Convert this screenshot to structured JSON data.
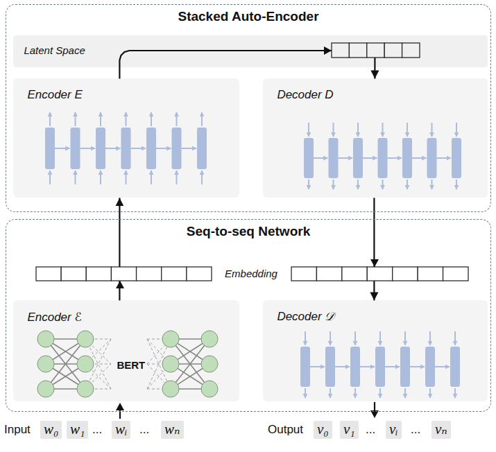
{
  "diagram": {
    "nodes": [
      {
        "text": [
          "Stacked Auto-Encoder"
        ]
      },
      {
        "text": [
          "Latent Space"
        ],
        "in": 0
      },
      {
        "text": [
          "Encoder E"
        ],
        "in": 0
      },
      {
        "text": [
          "Decoder D"
        ],
        "in": 0
      },
      {
        "text": [
          "Seq-to-seq Network"
        ]
      },
      {
        "text": [
          "Encoder ℰ",
          "BERT"
        ],
        "in": 4
      },
      {
        "text": [
          "Decoder 𝒟"
        ],
        "in": 4
      },
      {
        "text": [
          "w₀"
        ]
      },
      {
        "text": [
          "w₁"
        ]
      },
      {
        "text": [
          "wᵢ"
        ]
      },
      {
        "text": [
          "wₙ"
        ]
      },
      {
        "text": [
          "v₀"
        ]
      },
      {
        "text": [
          "v₁"
        ]
      },
      {
        "text": [
          "vᵢ"
        ]
      },
      {
        "text": [
          "vₙ"
        ]
      }
    ],
    "edges": [
      {
        "from": 5,
        "to": 2,
        "arrow": "to"
      },
      {
        "from": 2,
        "to": 3,
        "arrow": "to"
      },
      {
        "from": 3,
        "to": 6,
        "arrow": "to"
      }
    ],
    "labels": [
      "Embedding",
      "Input",
      "...",
      "...",
      "Output",
      "...",
      "..."
    ]
  }
}
